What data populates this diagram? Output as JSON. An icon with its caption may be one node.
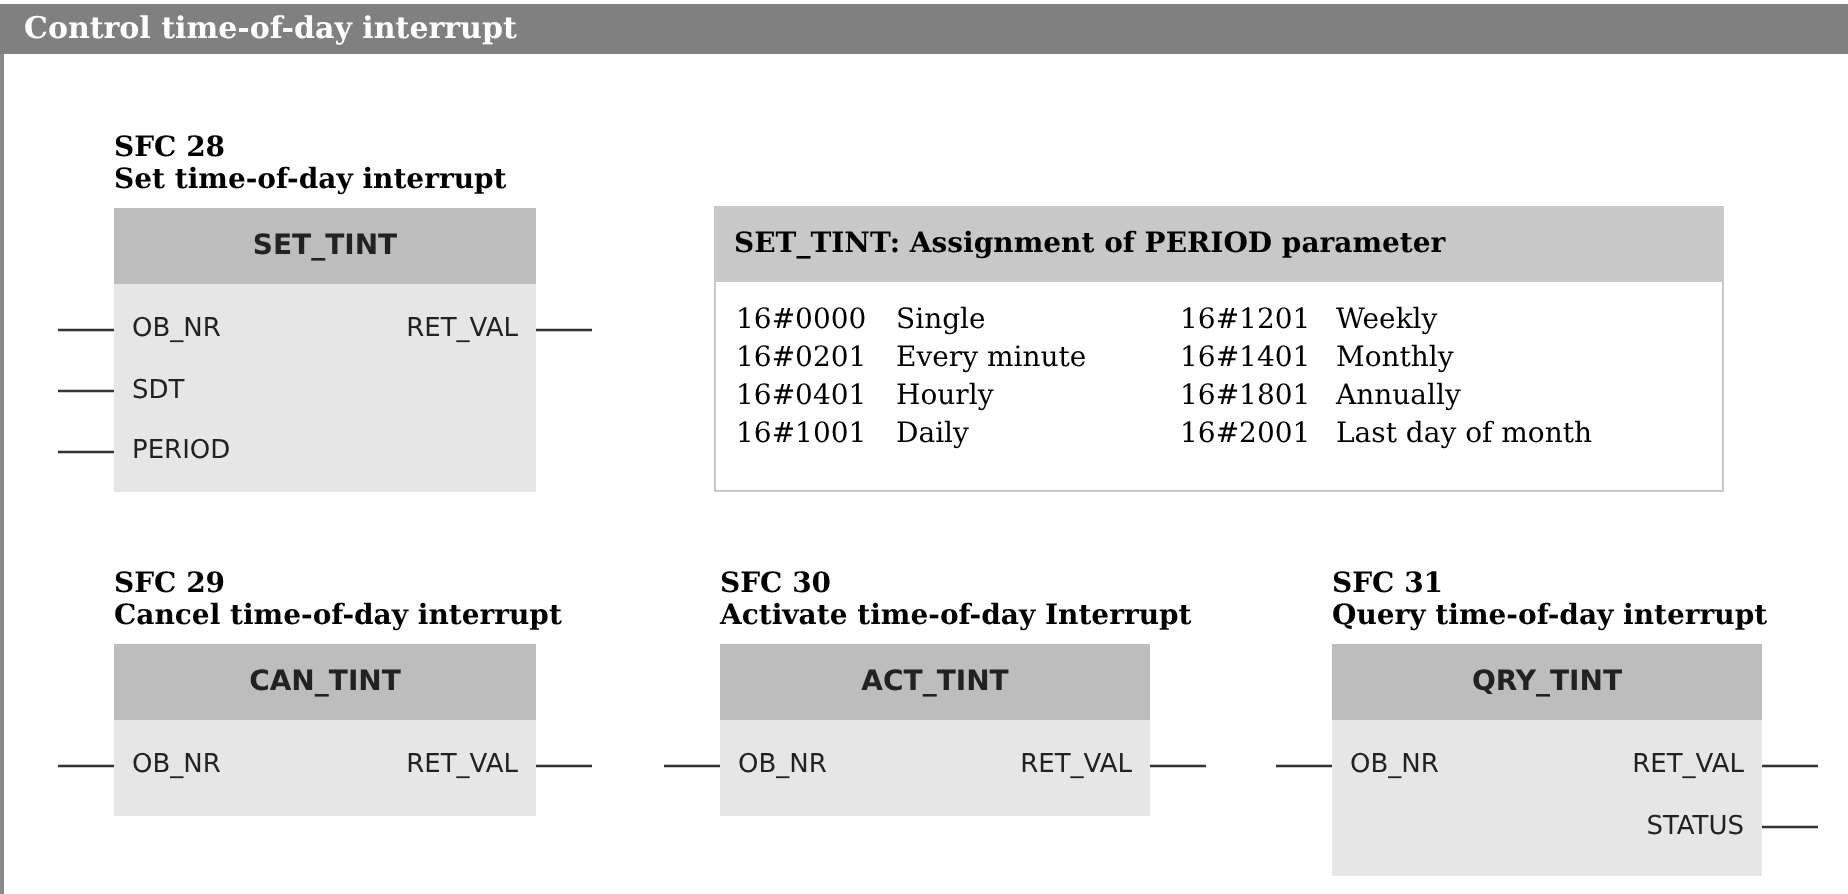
{
  "diagram": {
    "title": "Control time-of-day interrupt",
    "nodes": [
      {
        "text": [
          "SFC 28",
          "Set time-of-day interrupt",
          "SET_TINT",
          "OB_NR",
          "RET_VAL",
          "SDT",
          "PERIOD"
        ]
      },
      {
        "text": [
          "SET_TINT: Assignment of PERIOD parameter"
        ]
      },
      {
        "text": [
          "SFC 29",
          "Cancel time-of-day interrupt",
          "CAN_TINT",
          "OB_NR",
          "RET_VAL"
        ]
      },
      {
        "text": [
          "SFC 30",
          "Activate time-of-day Interrupt",
          "ACT_TINT",
          "OB_NR",
          "RET_VAL"
        ]
      },
      {
        "text": [
          "SFC 31",
          "Query time-of-day interrupt",
          "QRY_TINT",
          "OB_NR",
          "RET_VAL",
          "STATUS"
        ]
      }
    ],
    "edges": [
      {
        "from": null,
        "to": 0,
        "arrow": "none"
      },
      {
        "from": null,
        "to": 0,
        "arrow": "none"
      },
      {
        "from": null,
        "to": 0,
        "arrow": "none"
      },
      {
        "from": 0,
        "to": null,
        "arrow": "none"
      },
      {
        "from": null,
        "to": 2,
        "arrow": "none"
      },
      {
        "from": 2,
        "to": null,
        "arrow": "none"
      },
      {
        "from": null,
        "to": 3,
        "arrow": "none"
      },
      {
        "from": 3,
        "to": null,
        "arrow": "none"
      },
      {
        "from": null,
        "to": 4,
        "arrow": "none"
      },
      {
        "from": 4,
        "to": null,
        "arrow": "none"
      },
      {
        "from": 4,
        "to": null,
        "arrow": "none"
      }
    ],
    "labels": [
      "16#0000",
      "Single",
      "16#1201",
      "Weekly",
      "16#0201",
      "Every minute",
      "16#1401",
      "Monthly",
      "16#0401",
      "Hourly",
      "16#1801",
      "Annually",
      "16#1001",
      "Daily",
      "16#2001",
      "Last day of month"
    ]
  }
}
